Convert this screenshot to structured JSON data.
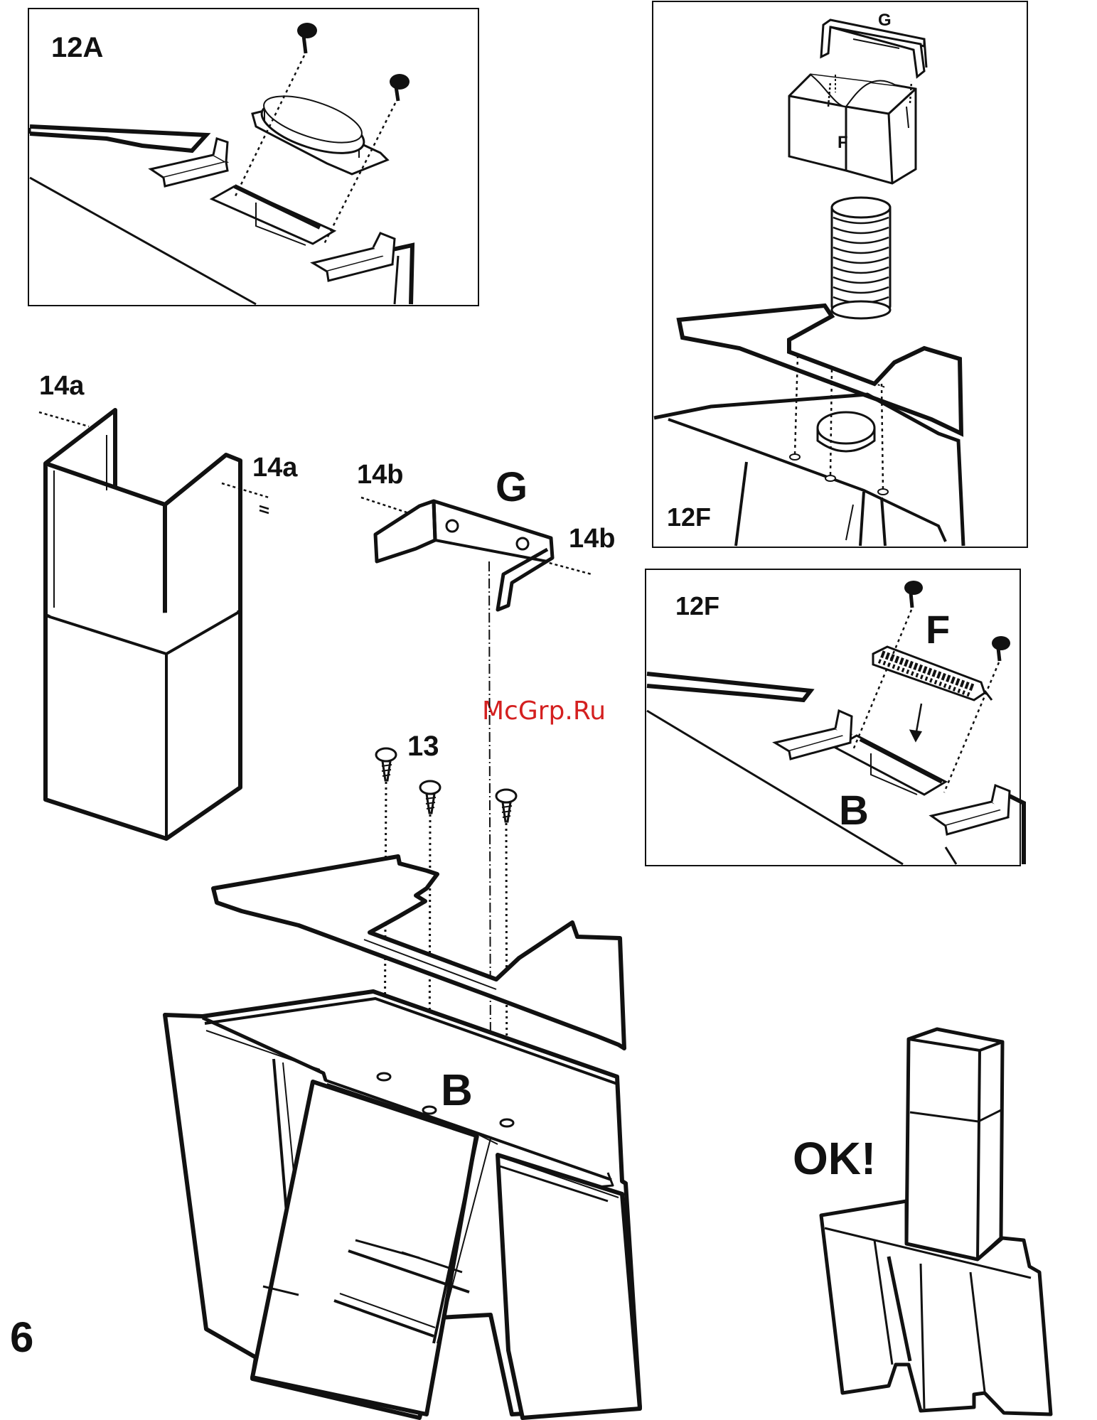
{
  "page_number": "6",
  "watermark": "McGrp.Ru",
  "panel_12a": {
    "label": "12A"
  },
  "panel_12f_top": {
    "label": "12F",
    "part_g": "G",
    "part_f": "F"
  },
  "panel_12f_bottom": {
    "label": "12F",
    "part_f": "F",
    "part_b": "B"
  },
  "main": {
    "chimney_fix_left": "14a",
    "chimney_fix_right": "14a",
    "bracket_fix_left": "14b",
    "bracket_fix_right": "14b",
    "bracket_part": "G",
    "screws_step": "13",
    "hood_part": "B"
  },
  "result": {
    "label": "OK!"
  }
}
